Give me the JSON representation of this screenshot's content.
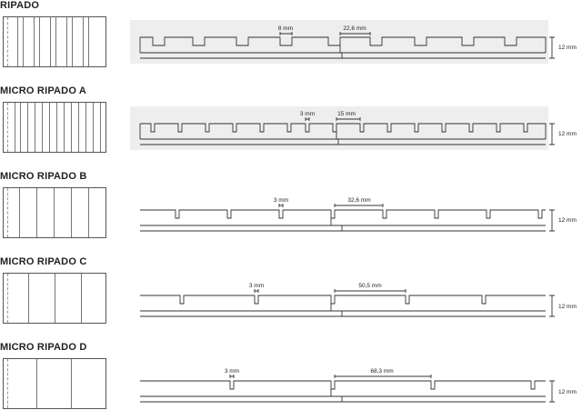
{
  "panels": [
    {
      "title": "RIPADO",
      "groove": "8 mm",
      "pitch": "22,6 mm",
      "thickness": "12 mm"
    },
    {
      "title": "MICRO RIPADO A",
      "groove": "3 mm",
      "pitch": "15 mm",
      "thickness": "12 mm"
    },
    {
      "title": "MICRO RIPADO B",
      "groove": "3 mm",
      "pitch": "32,6 mm",
      "thickness": "12 mm"
    },
    {
      "title": "MICRO RIPADO C",
      "groove": "3 mm",
      "pitch": "50,5 mm",
      "thickness": "12 mm"
    },
    {
      "title": "MICRO RIPADO D",
      "groove": "3 mm",
      "pitch": "68,3 mm",
      "thickness": "12 mm"
    }
  ]
}
